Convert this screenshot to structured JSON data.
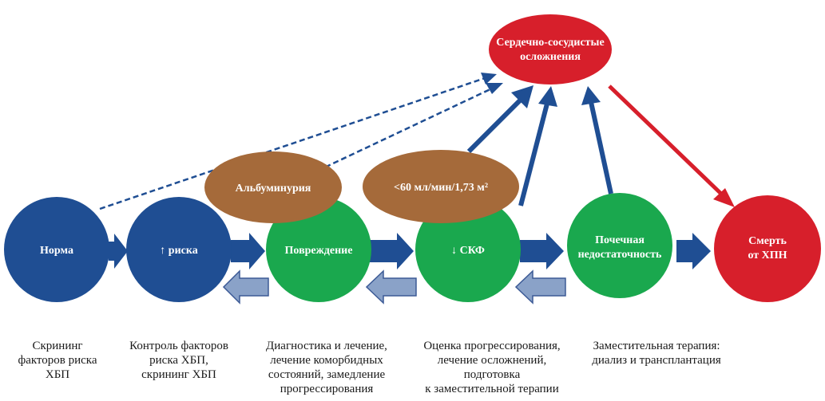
{
  "colors": {
    "dark_blue": "#1f4e93",
    "green": "#1aa84e",
    "red": "#d71f2b",
    "brown": "#a56a3a",
    "light_arrow": "#8aa2c8",
    "arrow_blue": "#1f4e93",
    "arrow_red": "#d71f2b"
  },
  "nodes": {
    "norm": "Норма",
    "risk": "↑ риска",
    "damage": "Повреждение",
    "gfr": "↓ СКФ",
    "failure_line1": "Почечная",
    "failure_line2": "недостаточность",
    "death_line1": "Смерть",
    "death_line2": "от ХПН",
    "cv_line1": "Сердечно-сосудистые",
    "cv_line2": "осложнения"
  },
  "ovals": {
    "albuminuria": "Альбуминурия",
    "gfr_threshold": "<60 мл/мин/1,73 м²"
  },
  "captions": {
    "norm": "Скрининг\nфакторов риска\nХБП",
    "risk": "Контроль факторов\nриска ХБП,\nскрининг ХБП",
    "damage": "Диагностика и лечение,\nлечение коморбидных\nсостояний, замедление\nпрогрессирования",
    "gfr": "Оценка прогрессирования,\nлечение осложнений,\nподготовка\nк заместительной терапии",
    "failure": "Заместительная терапия:\nдиализ и трансплантация"
  }
}
